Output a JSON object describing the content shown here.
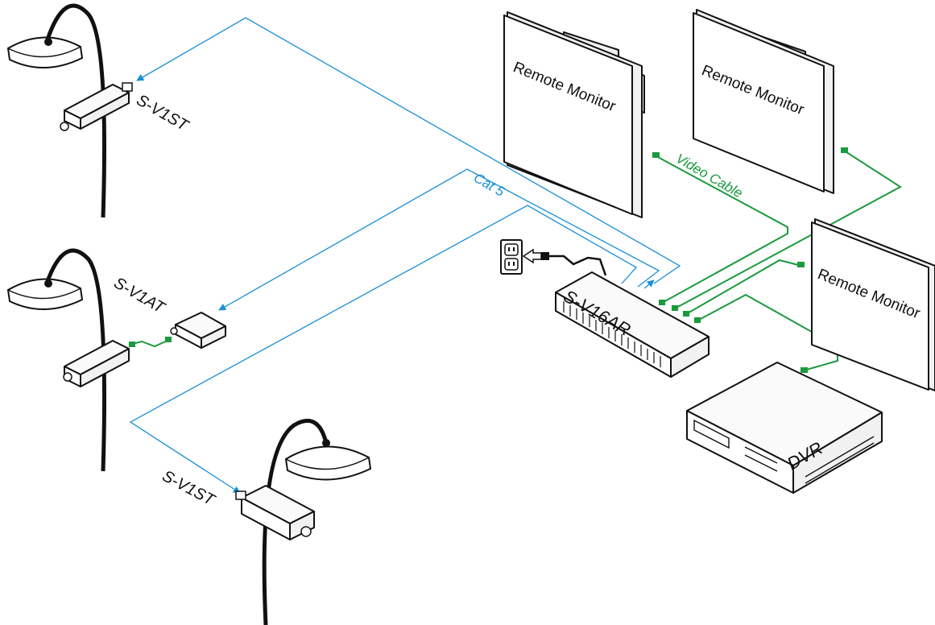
{
  "labels": {
    "camera_top": "S-V1ST",
    "camera_bottom": "S-V1ST",
    "transmitter": "S-V1AT",
    "receiver": "S-V16AR",
    "monitor_1": "Remote Monitor",
    "monitor_2": "Remote Monitor",
    "monitor_3": "Remote Monitor",
    "dvr": "DVR",
    "cable_cat5": "Cat 5",
    "cable_video": "Video Cable"
  },
  "colors": {
    "cat5": "#1a8fd6",
    "video": "#1a9a3c",
    "outline": "#111111",
    "background": "#ffffff"
  },
  "icons": {
    "camera": "dome-camera-icon",
    "power_outlet": "power-outlet-icon",
    "power_plug": "power-plug-icon"
  }
}
